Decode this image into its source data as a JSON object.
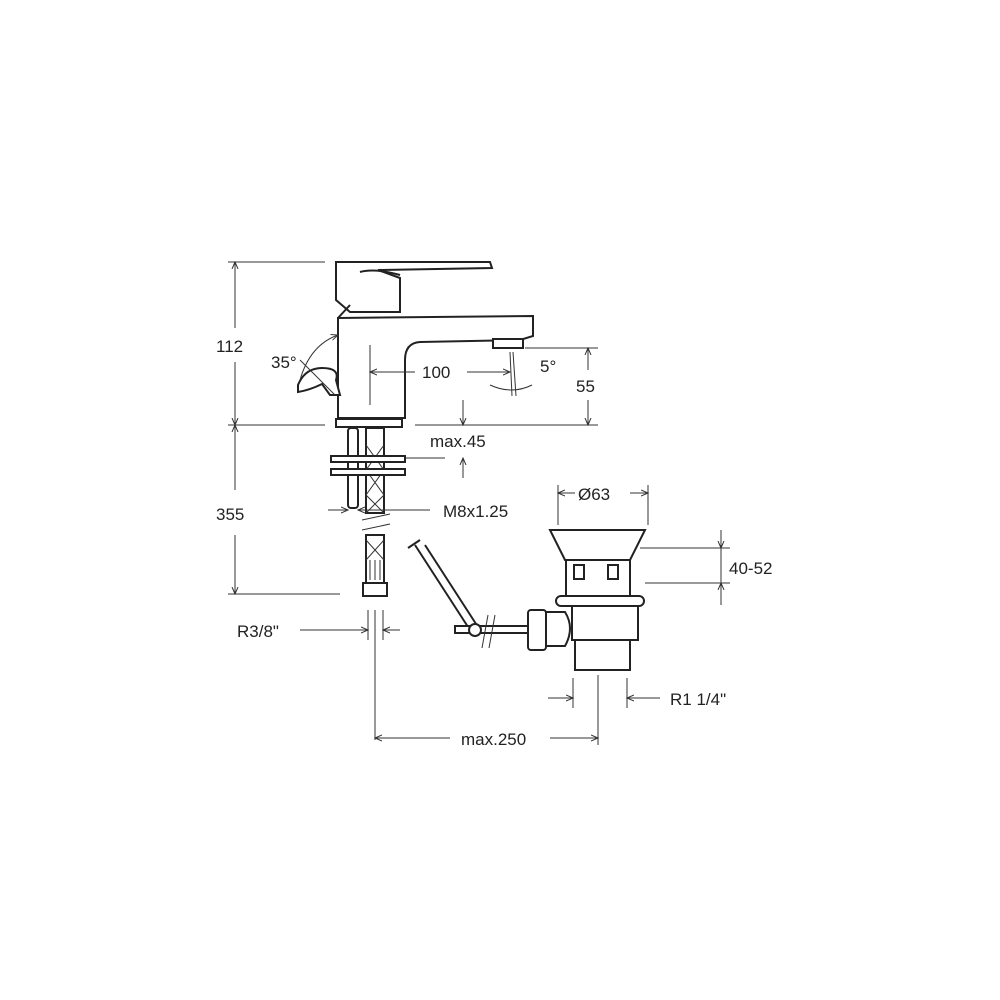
{
  "drawing": {
    "dimensions": {
      "height_total": "112",
      "lever_angle": "35°",
      "spout_reach": "100",
      "spout_angle": "5°",
      "spout_height": "55",
      "max_deck": "max.45",
      "hose_length": "355",
      "thread": "M8x1.25",
      "hose_connection": "R3/8\"",
      "waste_diameter": "Ø63",
      "waste_height": "40-52",
      "waste_thread": "R1 1/4\"",
      "max_distance": "max.250"
    }
  }
}
